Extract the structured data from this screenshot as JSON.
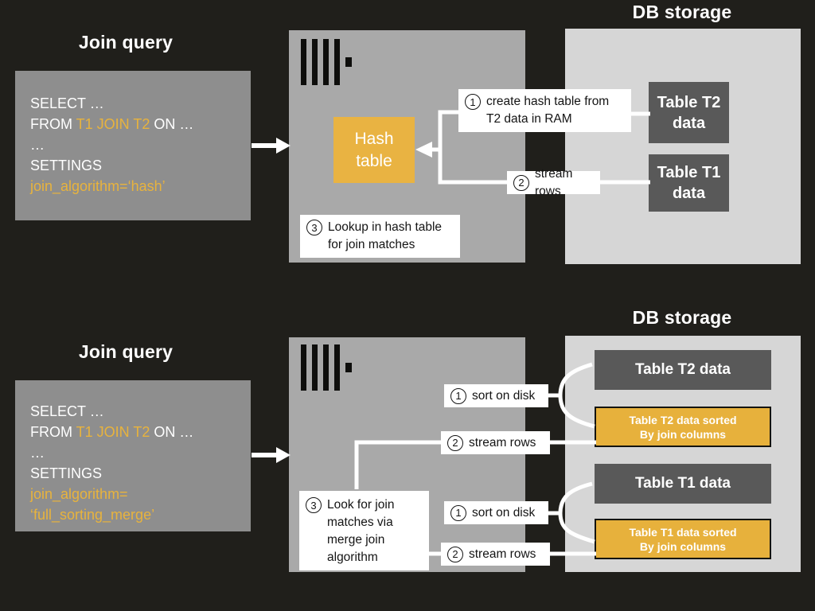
{
  "colors": {
    "background": "#201f1b",
    "query_box_gray": "#8e8e8e",
    "server_box_gray": "#a9a9a9",
    "db_storage_gray": "#d6d6d6",
    "table_box_dark": "#595959",
    "accent_yellow": "#e9b342",
    "text_white": "#ffffff",
    "annotation_text": "#141414"
  },
  "top": {
    "query_title": "Join query",
    "db_title": "DB storage",
    "sql": {
      "select": "SELECT …",
      "from_prefix": "FROM ",
      "from_highlight": "T1 JOIN T2",
      "from_suffix": " ON …",
      "ellipsis": "…",
      "settings": "SETTINGS",
      "algorithm": "join_algorithm=‘hash’"
    },
    "hash_table_label": "Hash\ntable",
    "annotations": {
      "create_hash": {
        "num": "1",
        "text": "create hash table from T2 data in RAM"
      },
      "stream_rows": {
        "num": "2",
        "text": "stream rows"
      },
      "lookup": {
        "num": "3",
        "text": "Lookup in hash table for join matches"
      }
    },
    "storage": {
      "t2": "Table T2\ndata",
      "t1": "Table T1\ndata"
    }
  },
  "bottom": {
    "query_title": "Join query",
    "db_title": "DB storage",
    "sql": {
      "select": "SELECT …",
      "from_prefix": "FROM ",
      "from_highlight": "T1 JOIN T2",
      "from_suffix": " ON …",
      "ellipsis": "…",
      "settings": "SETTINGS",
      "algorithm_line1": "join_algorithm=",
      "algorithm_line2": "‘full_sorting_merge’"
    },
    "annotations": {
      "sort_t2": {
        "num": "1",
        "text": "sort on disk"
      },
      "stream_t2": {
        "num": "2",
        "text": "stream rows"
      },
      "look": {
        "num": "3",
        "text": "Look for join matches via merge join algorithm"
      },
      "sort_t1": {
        "num": "1",
        "text": "sort on disk"
      },
      "stream_t1": {
        "num": "2",
        "text": "stream rows"
      }
    },
    "storage": {
      "t2": "Table T2 data",
      "t2_sorted": "Table T2 data sorted\nBy join columns",
      "t1": "Table T1 data",
      "t1_sorted": "Table T1 data sorted\nBy join columns"
    }
  }
}
